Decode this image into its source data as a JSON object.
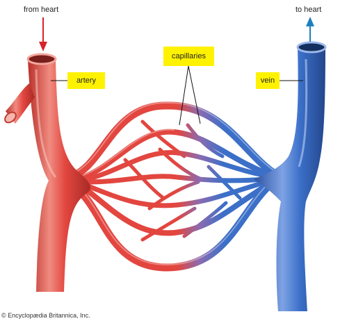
{
  "labels": {
    "from_heart": "from heart",
    "to_heart": "to heart",
    "artery": "artery",
    "vein": "vein",
    "capillaries": "capillaries"
  },
  "credit": "© Encyclopædia Britannica, Inc.",
  "colors": {
    "artery": "#e2463f",
    "artery_light": "#f08b80",
    "artery_dark": "#b9312b",
    "vein": "#3b6fc8",
    "vein_light": "#7ea2e4",
    "vein_dark": "#2c52a0",
    "label_highlight": "#fff200",
    "flow_in_arrow": "#d8232a",
    "flow_out_arrow": "#1f7fbf"
  }
}
